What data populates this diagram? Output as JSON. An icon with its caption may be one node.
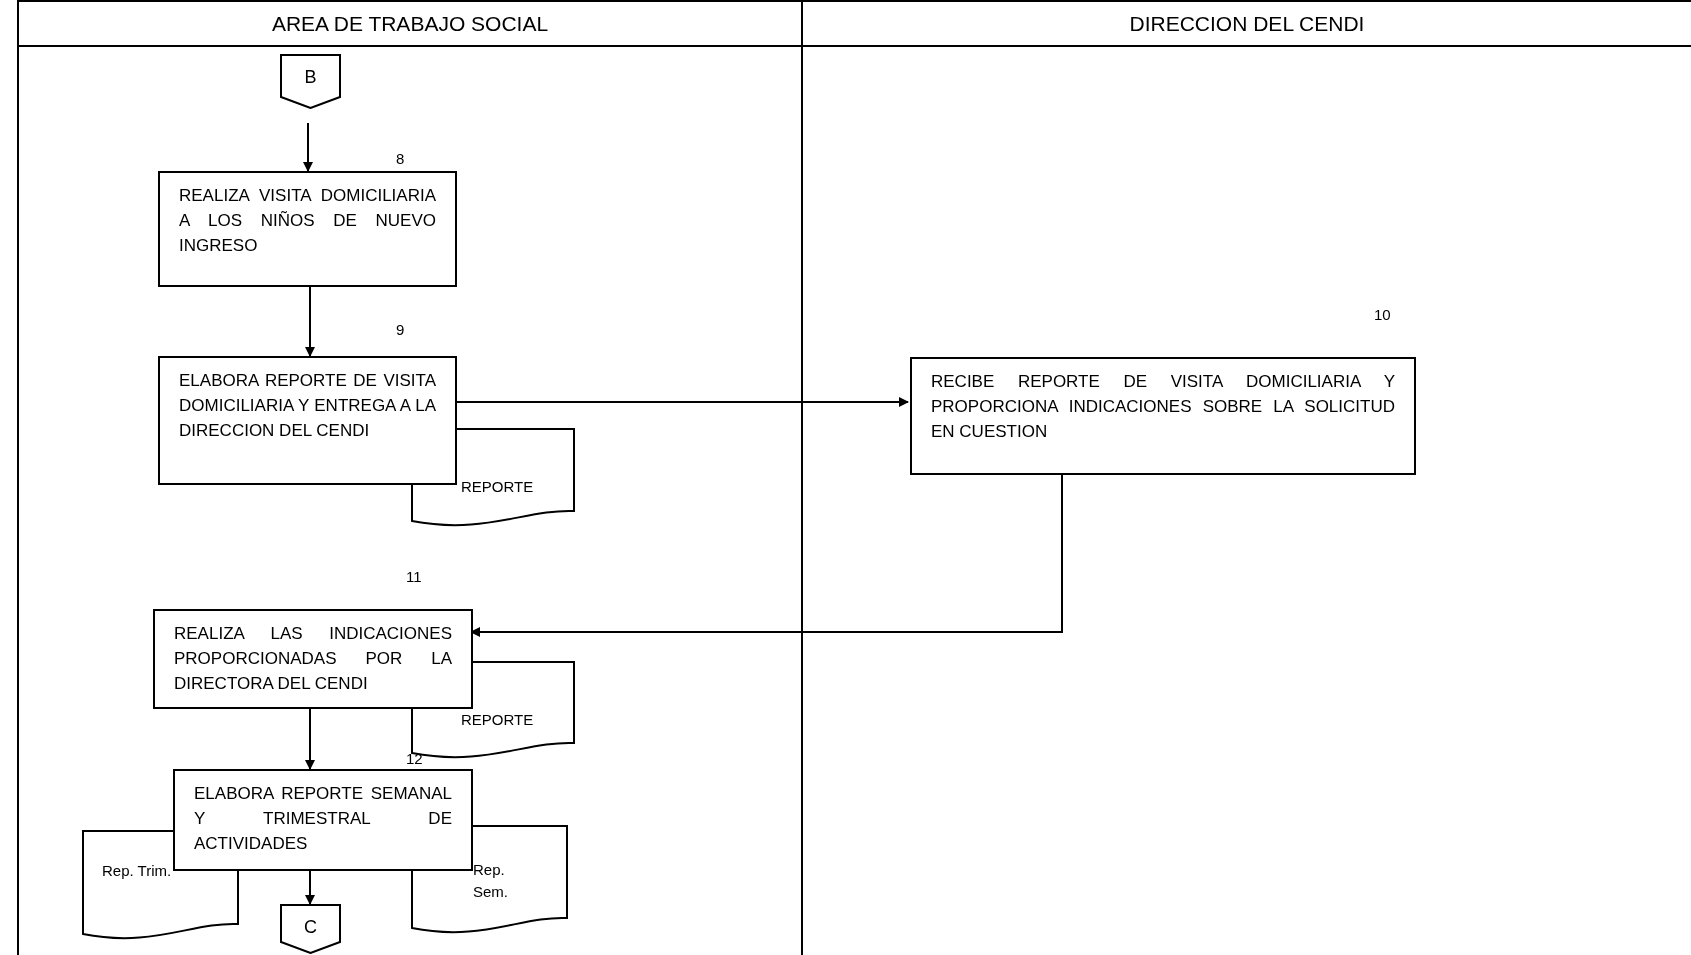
{
  "diagram": {
    "nodes": [
      {
        "text": [
          "AREA DE TRABAJO SOCIAL"
        ]
      },
      {
        "text": [
          "DIRECCION DEL CENDI"
        ]
      },
      {
        "text": [
          "B"
        ],
        "in": 0
      },
      {
        "text": [
          "REALIZA VISITA DOMICILIARIA A LOS NIÑOS DE NUEVO INGRESO"
        ],
        "in": 0,
        "beside": [
          "8"
        ]
      },
      {
        "text": [
          "REPORTE"
        ],
        "in": 0
      },
      {
        "text": [
          "ELABORA REPORTE DE VISITA DOMICILIARIA Y ENTREGA A LA DIRECCION DEL CENDI"
        ],
        "in": 0,
        "beside": [
          "9"
        ]
      },
      {
        "text": [
          "RECIBE REPORTE DE VISITA DOMICILIARIA Y PROPORCIONA INDICACIONES SOBRE LA SOLICITUD EN CUESTION"
        ],
        "in": 1,
        "beside": [
          "10"
        ]
      },
      {
        "text": [
          "REPORTE"
        ],
        "in": 0
      },
      {
        "text": [
          "REALIZA LAS INDICACIONES PROPORCIONADAS POR LA DIRECTORA DEL CENDI"
        ],
        "in": 0,
        "beside": [
          "11"
        ]
      },
      {
        "text": [
          "Rep. Trim."
        ],
        "in": 0
      },
      {
        "text": [
          "Rep. Sem."
        ],
        "in": 0
      },
      {
        "text": [
          "ELABORA REPORTE SEMANAL Y TRIMESTRAL DE ACTIVIDADES"
        ],
        "in": 0,
        "beside": [
          "12"
        ]
      },
      {
        "text": [
          "C"
        ],
        "in": 0
      }
    ],
    "edges": [
      {
        "from": 2,
        "to": 3,
        "arrow": "to"
      },
      {
        "from": 3,
        "to": 5,
        "arrow": "to"
      },
      {
        "from": 5,
        "to": 6,
        "arrow": "to"
      },
      {
        "from": 6,
        "to": 8,
        "arrow": "to"
      },
      {
        "from": 8,
        "to": 11,
        "arrow": "to"
      },
      {
        "from": 11,
        "to": 12,
        "arrow": "to"
      }
    ]
  }
}
